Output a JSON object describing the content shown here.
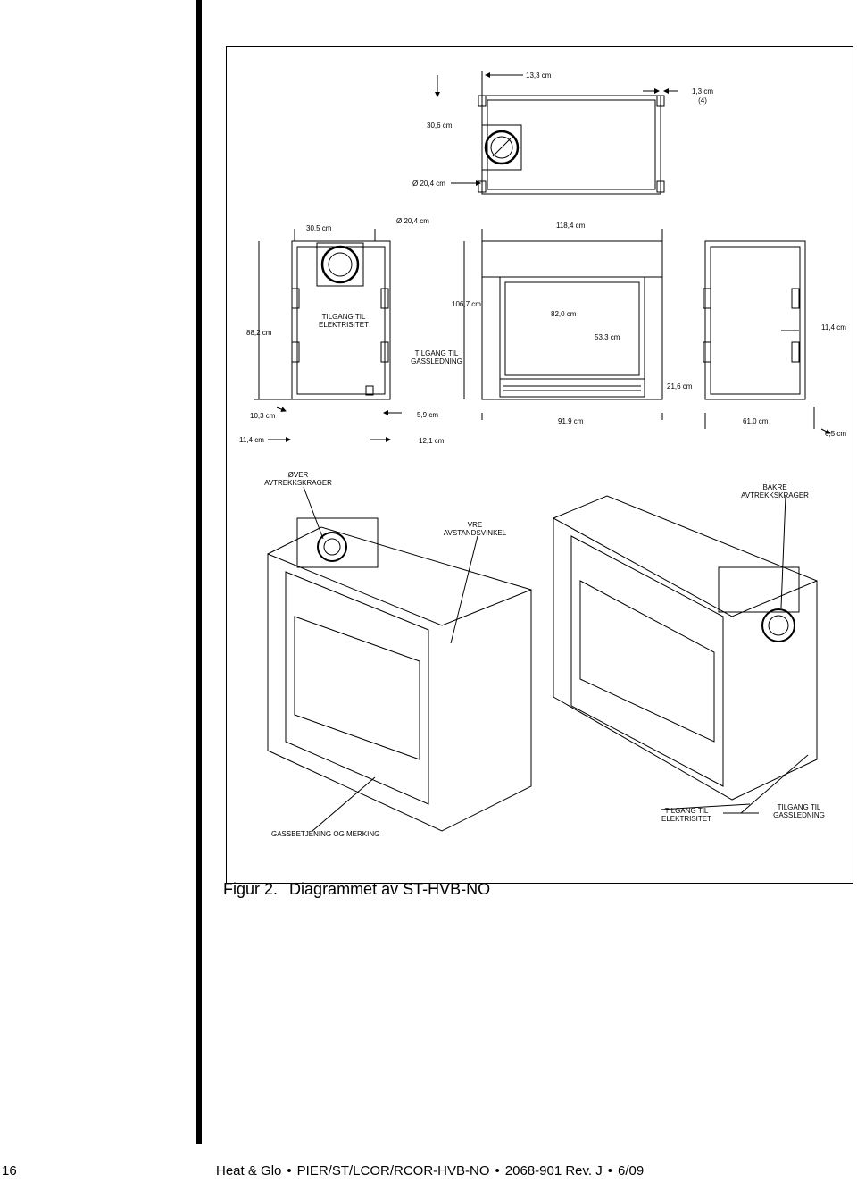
{
  "dimensions": {
    "top_width": "13,3 cm",
    "top_clearance": "1,3 cm",
    "top_qty": "(4)",
    "top_depth": "30,6 cm",
    "top_flue_diam": "Ø 20,4 cm",
    "side_flue_offset": "30,5 cm",
    "side_flue_diam": "Ø 20,4 cm",
    "front_width": "118,4 cm",
    "overall_height": "106,7 cm",
    "opening_width": "82,0 cm",
    "opening_height": "53,3 cm",
    "left_height": "88,2 cm",
    "right_clearance": "11,4 cm",
    "base_height": "21,6 cm",
    "left_bottom": "10,3 cm",
    "gas_offset": "5,9 cm",
    "left_base": "11,4 cm",
    "gas_depth": "12,1 cm",
    "front_base": "91,9 cm",
    "right_base": "61,0 cm",
    "right_offset": "6,5 cm"
  },
  "labels": {
    "electric_access": [
      "TILGANG TIL",
      "ELEKTRISITET"
    ],
    "gas_access": [
      "TILGANG TIL",
      "GASSLEDNING"
    ],
    "upper_collar": [
      "ØVER",
      "AVTREKKSKRAGER"
    ],
    "rear_collar": [
      "BAKRE",
      "AVTREKKSKRAGER"
    ],
    "spacer": [
      "VRE",
      "AVSTANDSVINKEL"
    ],
    "gas_control": "GASSBETJENING OG MERKING",
    "electric_access_iso": [
      "TILGANG TIL",
      "ELEKTRISITET"
    ],
    "gas_access_iso": [
      "TILGANG TIL",
      "GASSLEDNING"
    ]
  },
  "caption": {
    "figure": "Figur 2.",
    "title": "Diagrammet av ST-HVB-NO"
  },
  "footer": {
    "page": "16",
    "brand": "Heat & Glo",
    "models": "PIER/ST/LCOR/RCOR-HVB-NO",
    "docnum": "2068-901",
    "rev": "Rev. J",
    "date": "6/09"
  }
}
